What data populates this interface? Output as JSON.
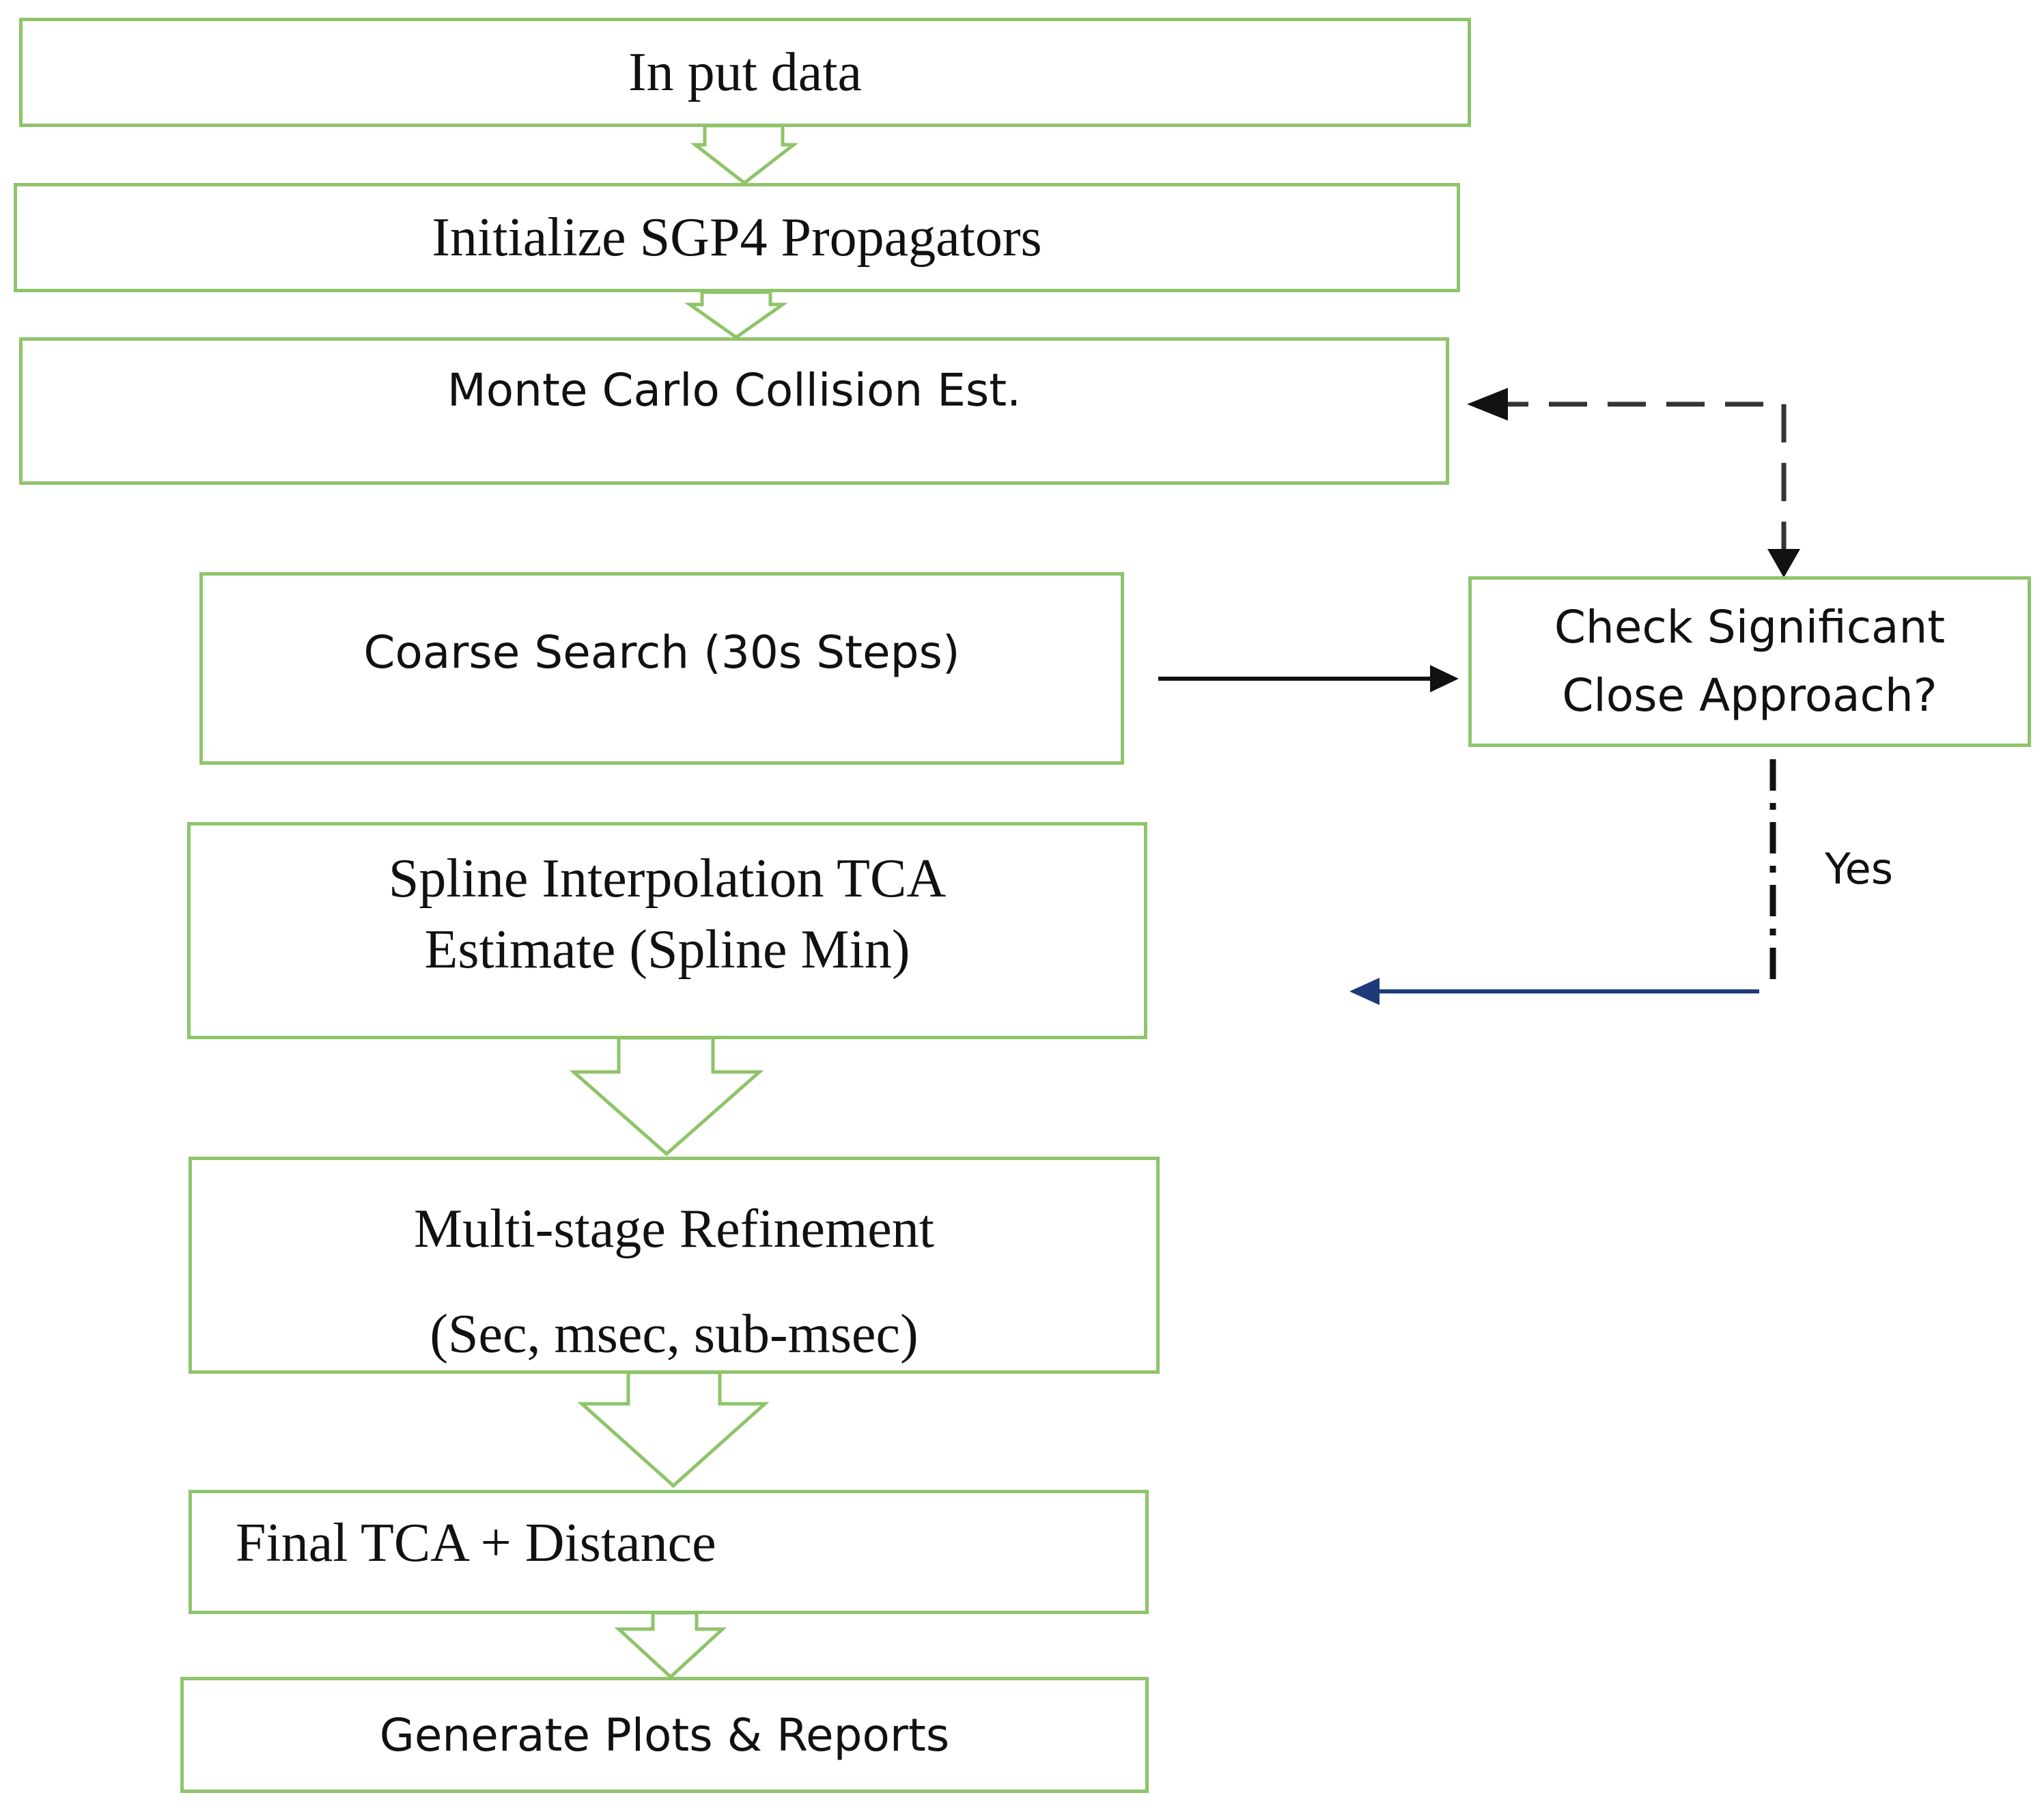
{
  "nodes": {
    "input": "In put data",
    "init": "Initialize SGP4 Propagators",
    "monte": "Monte Carlo Collision Est.",
    "coarse": "Coarse Search (30s Steps)",
    "check_line1": "Check Significant",
    "check_line2": "Close Approach?",
    "spline_line1": "Spline Interpolation TCA",
    "spline_line2": "Estimate (Spline Min)",
    "multi_line1": "Multi-stage Refinement",
    "multi_line2": "(Sec, msec, sub-msec)",
    "final": "Final TCA + Distance",
    "generate": "Generate Plots & Reports"
  },
  "edge_labels": {
    "yes": "Yes"
  },
  "colors": {
    "box_border": "#8fc46a",
    "arrow_solid": "#111111",
    "arrow_blue": "#1f3a7a"
  }
}
